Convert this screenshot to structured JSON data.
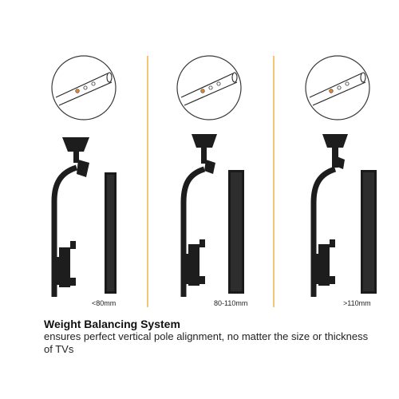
{
  "colors": {
    "divider": "#f0b347",
    "mount": "#1d1d1d",
    "circle_stroke": "#3a3a3a",
    "accent_dots": "#e08a2a",
    "background": "#ffffff"
  },
  "panels": [
    {
      "name": "panel-small",
      "size_label": "<80mm"
    },
    {
      "name": "panel-medium",
      "size_label": "80-110mm"
    },
    {
      "name": "panel-large",
      "size_label": ">110mm"
    }
  ],
  "info": {
    "heading": "Weight Balancing System",
    "description": "ensures perfect vertical pole alignment, no matter the size or thickness of TVs"
  },
  "icons": [
    "zoom-detail-circle-icon",
    "ceiling-mount-pole-illustration",
    "tv-panel-illustration"
  ]
}
